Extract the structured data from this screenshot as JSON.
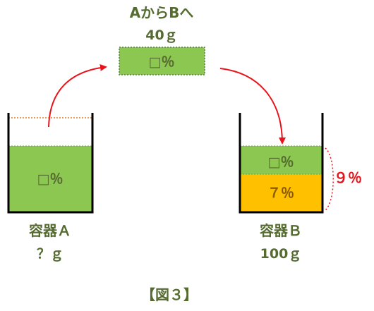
{
  "transfer": {
    "heading": "AからBへ",
    "amount": "40ｇ",
    "concentration": "□％"
  },
  "container_a": {
    "name": "容器Ａ",
    "weight": "？ｇ",
    "concentration": "□％"
  },
  "container_b": {
    "name": "容器Ｂ",
    "weight": "100ｇ",
    "top_concentration": "□％",
    "bottom_concentration": "７％",
    "mixed_concentration": "９％"
  },
  "caption": "【図３】",
  "colors": {
    "solution_green": "#8cc751",
    "solution_orange": "#ffc000",
    "text_olive": "#556b2f",
    "arrow_red": "#e8141c",
    "mixed_label_red": "#e8141c",
    "empty_line_orange": "#e07a1f"
  }
}
